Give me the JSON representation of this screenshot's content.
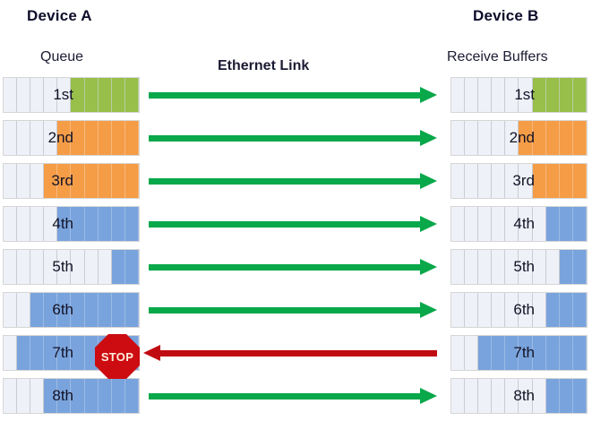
{
  "diagram": {
    "device_a": {
      "title": "Device A",
      "subtitle": "Queue",
      "rows": [
        {
          "label": "1st",
          "cells": [
            "empty",
            "empty",
            "empty",
            "empty",
            "empty",
            "green",
            "green",
            "green",
            "green",
            "green"
          ]
        },
        {
          "label": "2nd",
          "cells": [
            "empty",
            "empty",
            "empty",
            "empty",
            "orange",
            "orange",
            "orange",
            "orange",
            "orange",
            "orange"
          ]
        },
        {
          "label": "3rd",
          "cells": [
            "empty",
            "empty",
            "empty",
            "orange",
            "orange",
            "orange",
            "orange",
            "orange",
            "orange",
            "orange"
          ]
        },
        {
          "label": "4th",
          "cells": [
            "empty",
            "empty",
            "empty",
            "empty",
            "blue",
            "blue",
            "blue",
            "blue",
            "blue",
            "blue"
          ]
        },
        {
          "label": "5th",
          "cells": [
            "empty",
            "empty",
            "empty",
            "empty",
            "empty",
            "empty",
            "empty",
            "empty",
            "blue",
            "blue"
          ]
        },
        {
          "label": "6th",
          "cells": [
            "empty",
            "empty",
            "blue",
            "blue",
            "blue",
            "blue",
            "blue",
            "blue",
            "blue",
            "blue"
          ]
        },
        {
          "label": "7th",
          "cells": [
            "empty",
            "blue",
            "blue",
            "blue",
            "blue",
            "blue",
            "blue",
            "blue",
            "blue",
            "blue"
          ]
        },
        {
          "label": "8th",
          "cells": [
            "empty",
            "empty",
            "empty",
            "blue",
            "blue",
            "blue",
            "blue",
            "blue",
            "blue",
            "blue"
          ]
        }
      ]
    },
    "device_b": {
      "title": "Device B",
      "subtitle": "Receive Buffers",
      "rows": [
        {
          "label": "1st",
          "cells": [
            "empty",
            "empty",
            "empty",
            "empty",
            "empty",
            "empty",
            "green",
            "green",
            "green",
            "green"
          ]
        },
        {
          "label": "2nd",
          "cells": [
            "empty",
            "empty",
            "empty",
            "empty",
            "empty",
            "orange",
            "orange",
            "orange",
            "orange",
            "orange"
          ]
        },
        {
          "label": "3rd",
          "cells": [
            "empty",
            "empty",
            "empty",
            "empty",
            "empty",
            "empty",
            "orange",
            "orange",
            "orange",
            "orange"
          ]
        },
        {
          "label": "4th",
          "cells": [
            "empty",
            "empty",
            "empty",
            "empty",
            "empty",
            "empty",
            "empty",
            "blue",
            "blue",
            "blue"
          ]
        },
        {
          "label": "5th",
          "cells": [
            "empty",
            "empty",
            "empty",
            "empty",
            "empty",
            "empty",
            "empty",
            "empty",
            "blue",
            "blue"
          ]
        },
        {
          "label": "6th",
          "cells": [
            "empty",
            "empty",
            "empty",
            "empty",
            "empty",
            "empty",
            "empty",
            "blue",
            "blue",
            "blue"
          ]
        },
        {
          "label": "7th",
          "cells": [
            "empty",
            "empty",
            "blue",
            "blue",
            "blue",
            "blue",
            "blue",
            "blue",
            "blue",
            "blue"
          ]
        },
        {
          "label": "8th",
          "cells": [
            "empty",
            "empty",
            "empty",
            "empty",
            "empty",
            "empty",
            "empty",
            "blue",
            "blue",
            "blue"
          ]
        }
      ]
    },
    "link": {
      "title": "Ethernet Link",
      "arrows": [
        {
          "direction": "right",
          "color": "#09a84a"
        },
        {
          "direction": "right",
          "color": "#09a84a"
        },
        {
          "direction": "right",
          "color": "#09a84a"
        },
        {
          "direction": "right",
          "color": "#09a84a"
        },
        {
          "direction": "right",
          "color": "#09a84a"
        },
        {
          "direction": "right",
          "color": "#09a84a"
        },
        {
          "direction": "left",
          "color": "#c10b12"
        },
        {
          "direction": "right",
          "color": "#09a84a"
        }
      ]
    },
    "stop_sign": {
      "label": "STOP",
      "color": "#cc0c11",
      "text_color": "#ffeedd"
    },
    "palette": {
      "green": "#97bf4a",
      "orange": "#f59c46",
      "blue": "#79a3dc",
      "empty": "#eef1f7",
      "arrow_green": "#09a84a",
      "arrow_red": "#c10b12"
    }
  }
}
